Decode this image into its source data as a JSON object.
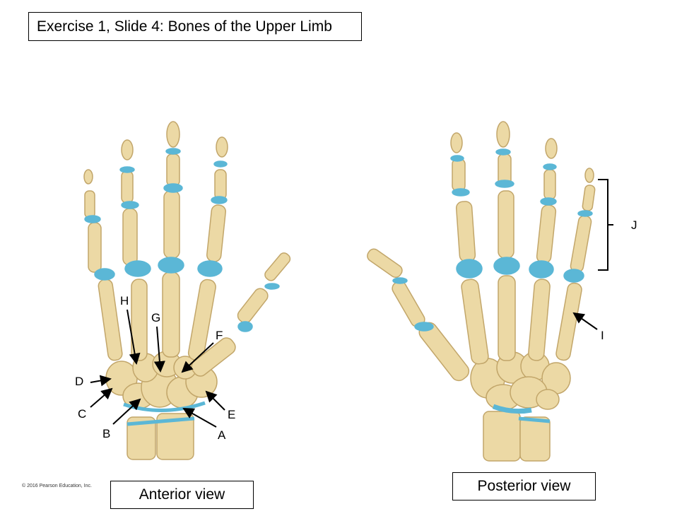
{
  "slide": {
    "title": "Exercise 1, Slide 4: Bones of the Upper Limb",
    "anterior_caption": "Anterior view",
    "posterior_caption": "Posterior view",
    "copyright": "© 2016 Pearson Education, Inc."
  },
  "labels": [
    "A",
    "B",
    "C",
    "D",
    "E",
    "F",
    "G",
    "H",
    "I",
    "J"
  ],
  "colors": {
    "bone": "#ecd9a5",
    "bone_outline": "#c2a66a",
    "cartilage": "#5bb7d6",
    "text": "#000000"
  }
}
